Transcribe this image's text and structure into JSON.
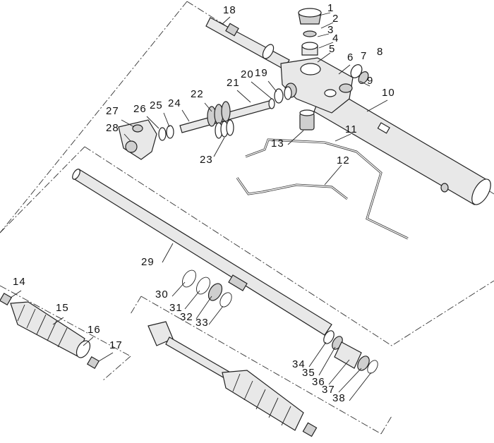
{
  "diagram": {
    "title": "Steering rack exploded parts diagram",
    "callouts": [
      "1",
      "2",
      "3",
      "4",
      "5",
      "6",
      "7",
      "8",
      "9",
      "10",
      "11",
      "12",
      "13",
      "14",
      "15",
      "16",
      "17",
      "18",
      "19",
      "20",
      "21",
      "22",
      "23",
      "24",
      "25",
      "26",
      "27",
      "28",
      "29",
      "30",
      "31",
      "32",
      "33",
      "34",
      "35",
      "36",
      "37",
      "38"
    ]
  }
}
